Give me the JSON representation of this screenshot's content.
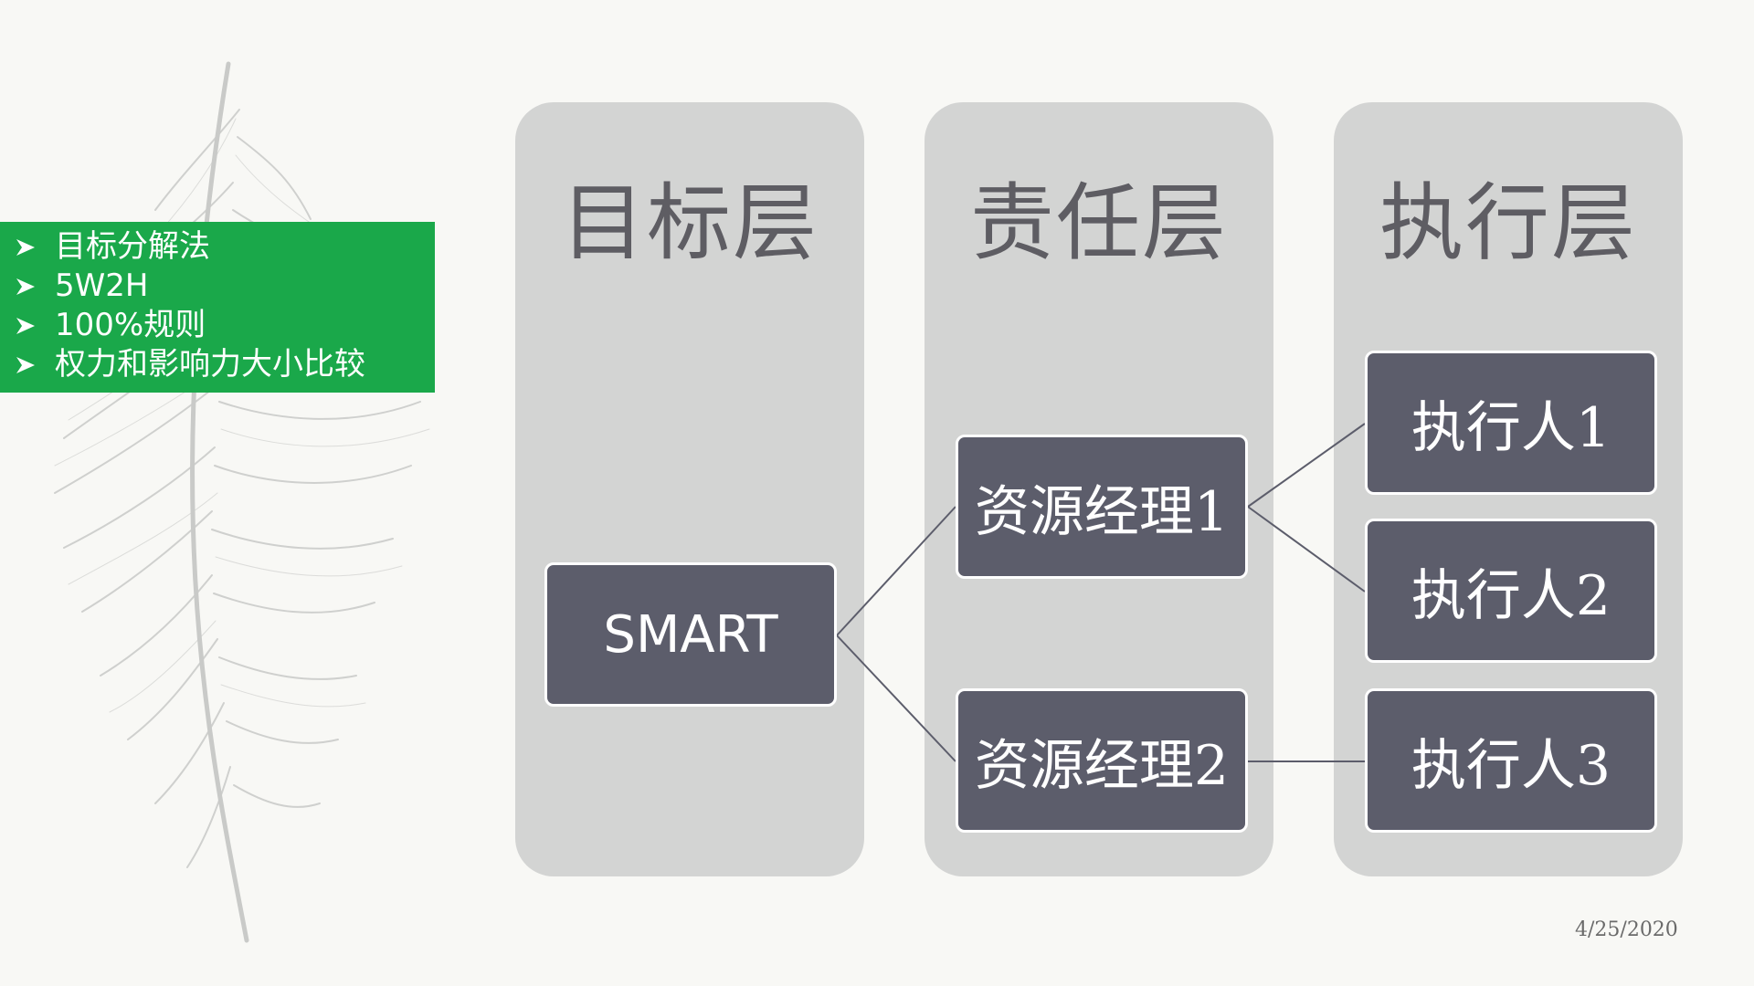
{
  "bullets": [
    "目标分解法",
    "5W2H",
    "100%规则",
    "权力和影响力大小比较"
  ],
  "columns": [
    {
      "title": "目标层"
    },
    {
      "title": "责任层"
    },
    {
      "title": "执行层"
    }
  ],
  "nodes": {
    "smart": "SMART",
    "manager1": "资源经理1",
    "manager2": "资源经理2",
    "executor1": "执行人1",
    "executor2": "执行人2",
    "executor3": "执行人3"
  },
  "footer": {
    "date": "4/25/2020"
  },
  "colors": {
    "bullet_box": "#1aa84a",
    "column_bg": "#d3d4d3",
    "node_fill": "#5c5d6b",
    "title_text": "#5e5d63"
  }
}
